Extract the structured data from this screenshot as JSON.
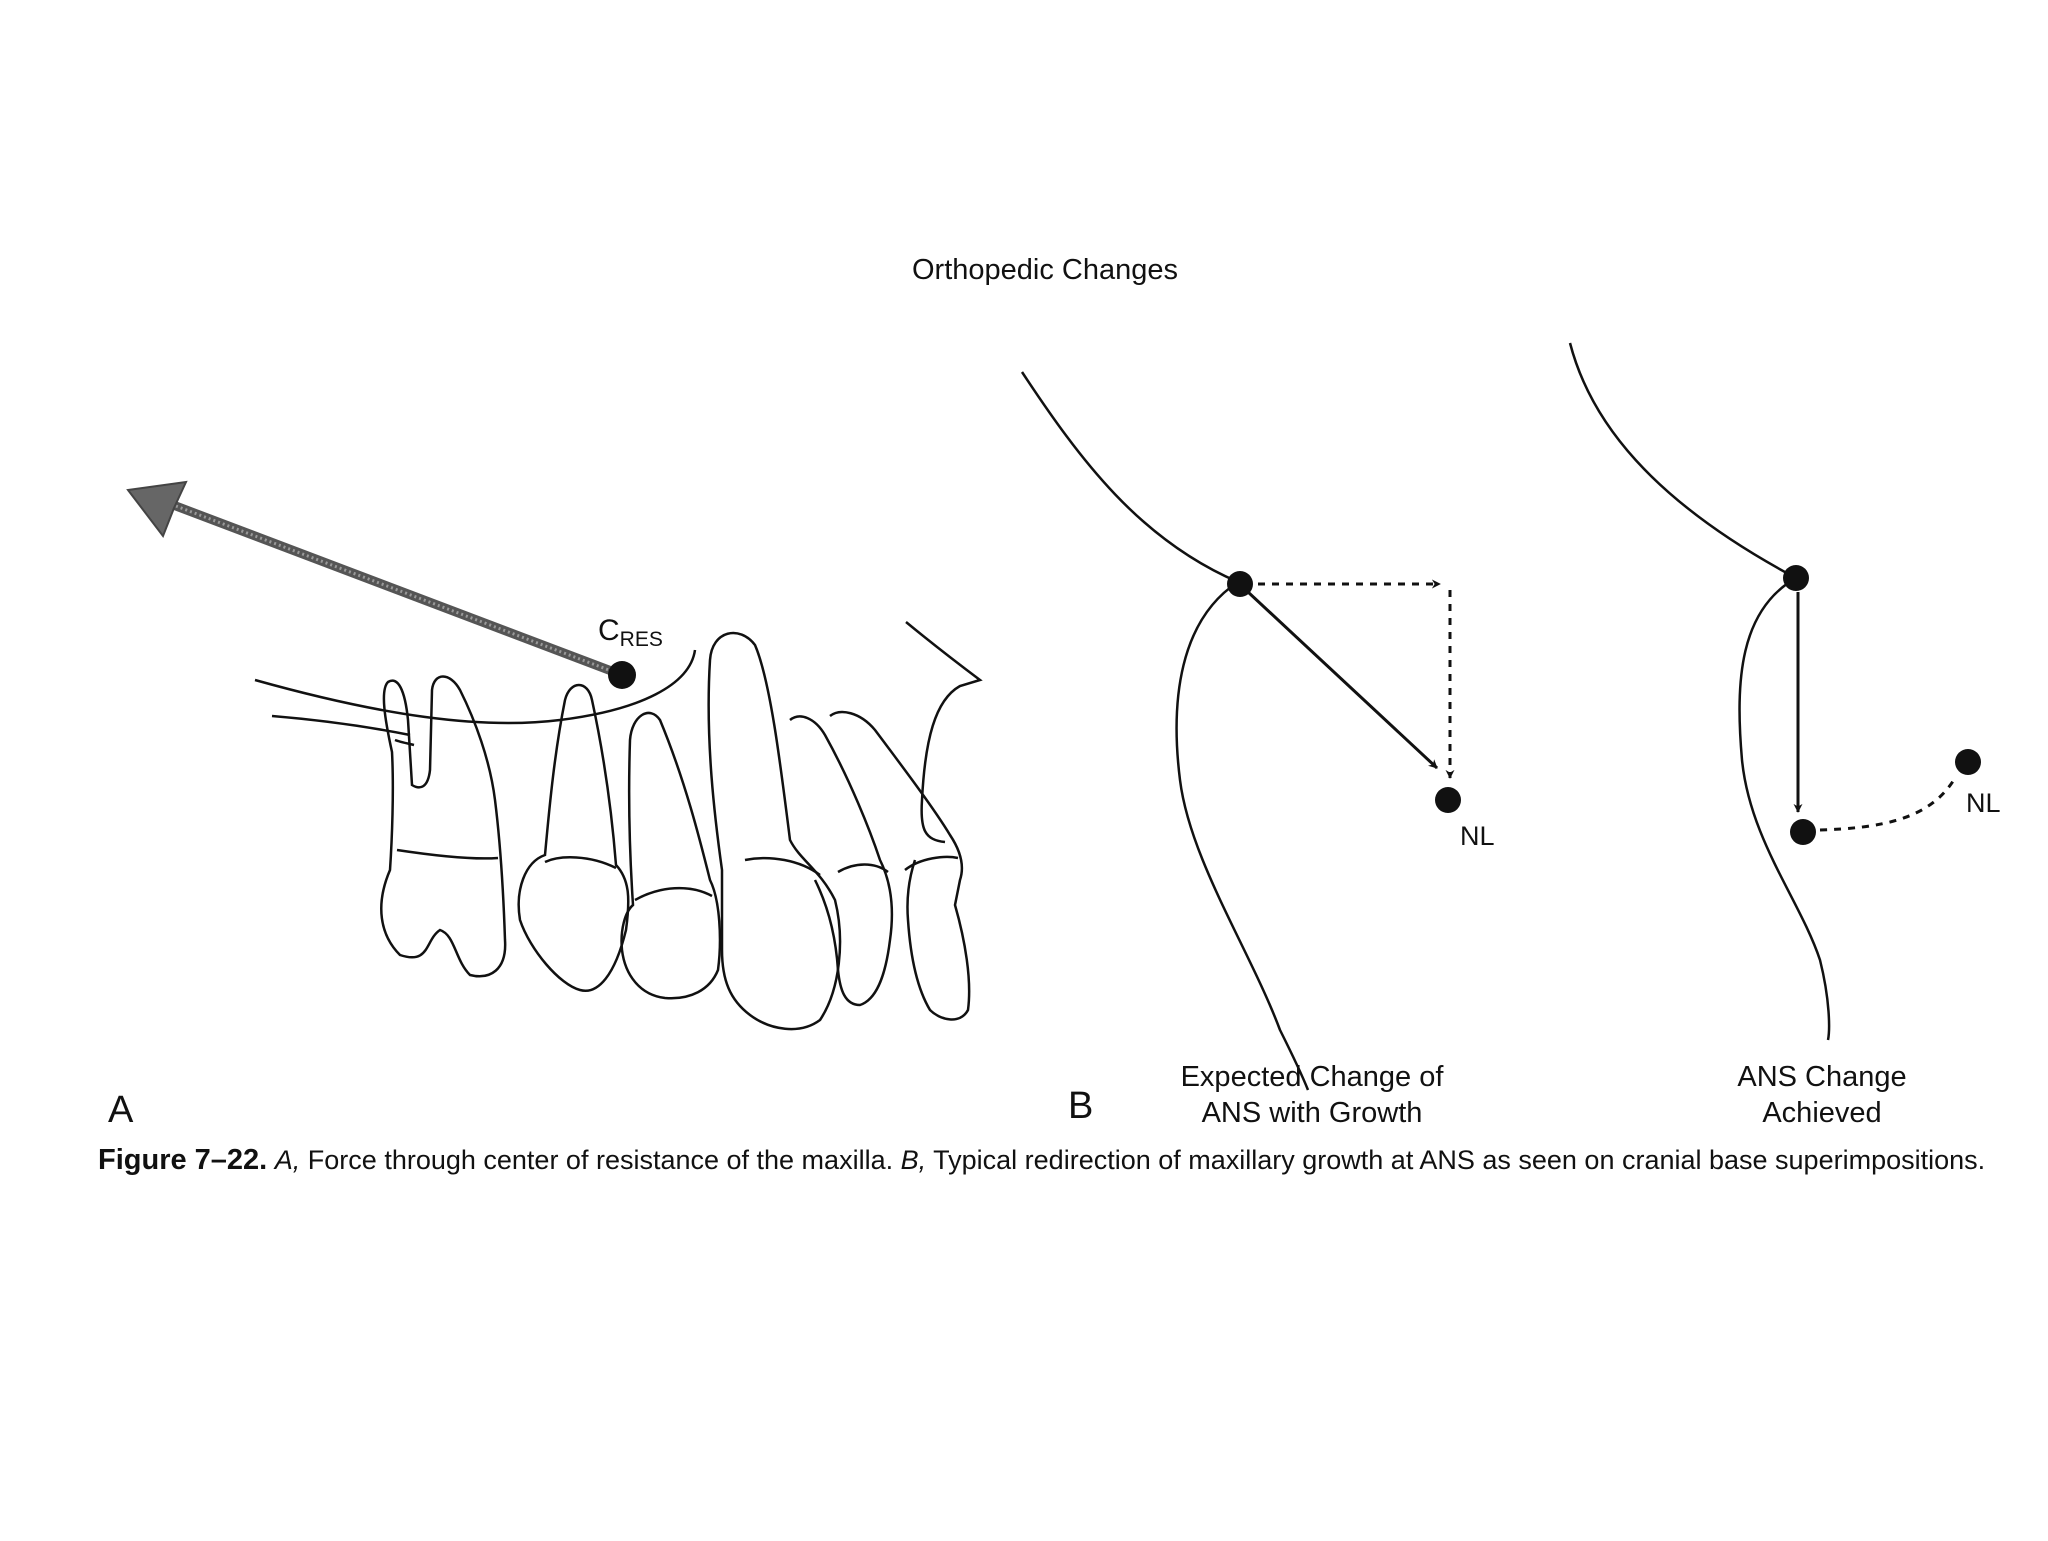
{
  "panel_b": {
    "title": "Orthopedic Changes",
    "left_label_line1": "Expected Change of",
    "left_label_line2": "ANS with Growth",
    "right_label_line1": "ANS Change",
    "right_label_line2": "Achieved",
    "nl_label": "NL",
    "letter": "B"
  },
  "panel_a": {
    "cres_main": "C",
    "cres_sub": "RES",
    "letter": "A"
  },
  "caption": {
    "figure": "Figure 7–22.",
    "a_letter": "A,",
    "a_text": "Force through center of resistance of the maxilla.",
    "b_letter": "B,",
    "b_text": "Typical redirection of maxillary growth at ANS as seen on cranial base superimpositions."
  }
}
